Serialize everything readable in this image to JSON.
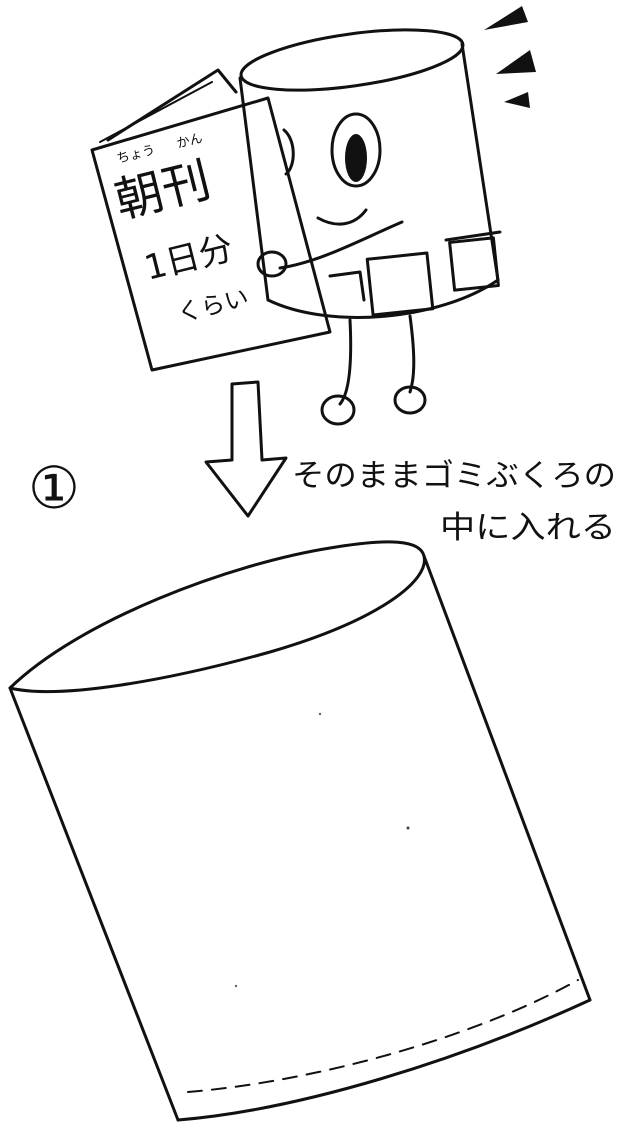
{
  "newspaper": {
    "furigana_chou": "ちょう",
    "furigana_kan": "かん",
    "title": "朝刊",
    "amount": "1日分",
    "approx": "くらい"
  },
  "step": {
    "number": "①",
    "instruction_line1": "そのままゴミぶくろの",
    "instruction_line2": "中に入れる"
  },
  "colors": {
    "ink": "#111111",
    "paper": "#ffffff"
  },
  "icons": {
    "mascot": "trash-can-character",
    "arrow": "down-arrow",
    "bag": "garbage-bag",
    "emphasis": "surprise-marks"
  }
}
